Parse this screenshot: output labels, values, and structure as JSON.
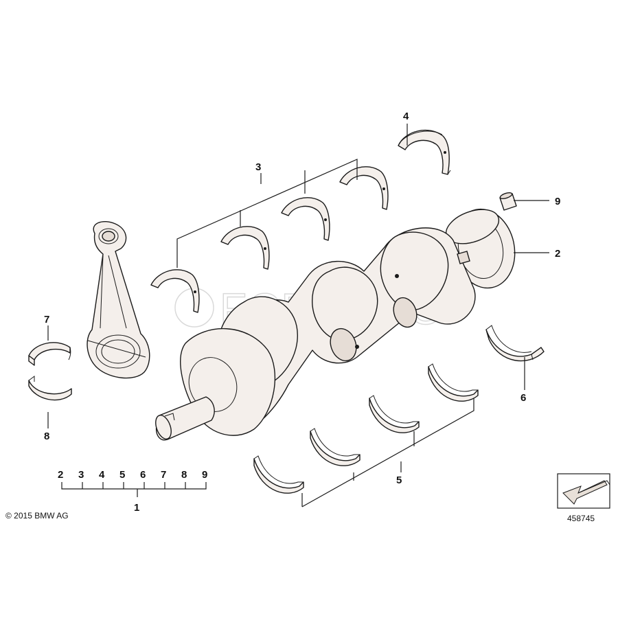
{
  "watermark": "FCPEURO",
  "callouts": {
    "c1": "1",
    "c2": "2",
    "c3": "3",
    "c4": "4",
    "c5": "5",
    "c6": "6",
    "c7": "7",
    "c8": "8",
    "c9": "9"
  },
  "legend": {
    "numbers": [
      "2",
      "3",
      "4",
      "5",
      "6",
      "7",
      "8",
      "9"
    ],
    "assembly": "1"
  },
  "copyright": "© 2015 BMW AG",
  "diagram_id": "458745"
}
